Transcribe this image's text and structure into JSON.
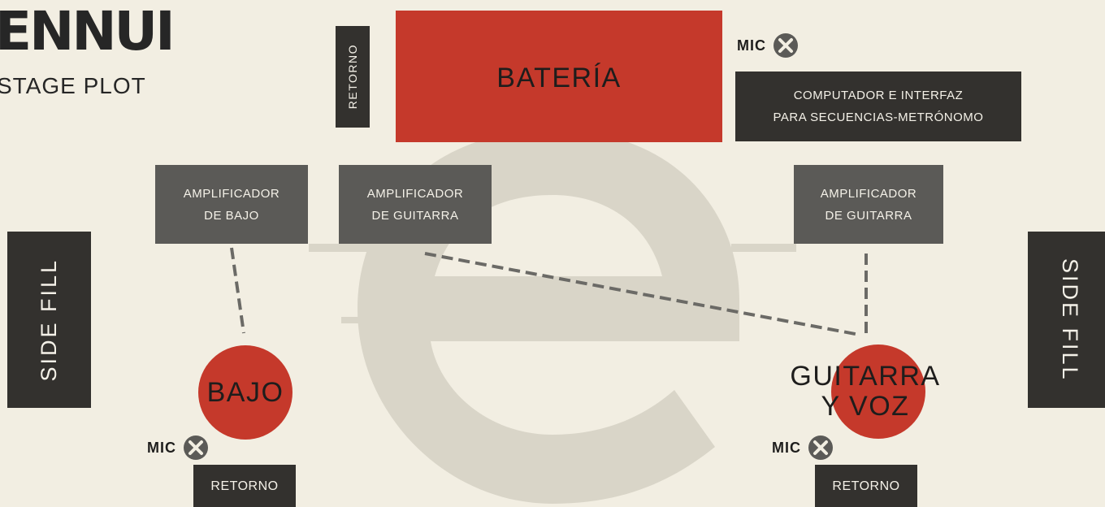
{
  "band": {
    "logo": "ENNUI",
    "subtitle": "STAGE PLOT"
  },
  "drums": {
    "label": "BATERÍA",
    "monitor": "RETORNO"
  },
  "drums_mic": {
    "label": "MIC"
  },
  "computer": {
    "line1": "COMPUTADOR E INTERFAZ",
    "line2": "PARA SECUENCIAS-METRÓNOMO"
  },
  "amps": [
    {
      "line1": "AMPLIFICADOR",
      "line2": "DE BAJO"
    },
    {
      "line1": "AMPLIFICADOR",
      "line2": "DE GUITARRA"
    },
    {
      "line1": "AMPLIFICADOR",
      "line2": "DE GUITARRA"
    }
  ],
  "side_fill": {
    "left": "SIDE FILL",
    "right": "SIDE FILL"
  },
  "bass": {
    "label": "BAJO",
    "mic": "MIC",
    "monitor": "RETORNO"
  },
  "guitar_vocals": {
    "line1": "GUITARRA",
    "line2": "Y VOZ",
    "mic": "MIC",
    "monitor": "RETORNO"
  },
  "colors": {
    "background": "#f2eee2",
    "accent": "#c5392b",
    "dark": "#33312e",
    "grey": "#5b5a57"
  },
  "icons": {
    "mic": "mic-x-icon"
  }
}
